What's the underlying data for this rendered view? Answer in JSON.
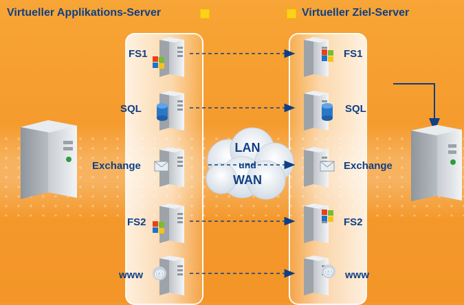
{
  "left_title": "Virtueller Applikations-Server",
  "right_title": "Virtueller Ziel-Server",
  "cloud": {
    "line1": "LAN",
    "line2": "und",
    "line3": "WAN"
  },
  "rows": [
    {
      "label": "FS1",
      "icon": "windows-logo"
    },
    {
      "label": "SQL",
      "icon": "database-cylinder"
    },
    {
      "label": "Exchange",
      "icon": "envelope"
    },
    {
      "label": "FS2",
      "icon": "windows-logo"
    },
    {
      "label": "www",
      "icon": "at-sign"
    }
  ],
  "colors": {
    "background": "#f39a2a",
    "text": "#0f3f85",
    "accent_square": "#ffd21a"
  }
}
